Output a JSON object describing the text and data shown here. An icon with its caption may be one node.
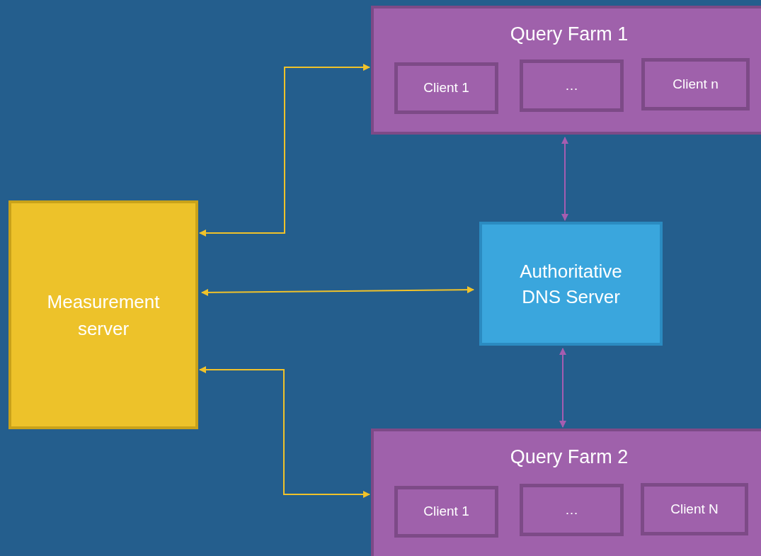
{
  "diagram": {
    "nodes": [
      {
        "text": [
          "Measurement server"
        ]
      },
      {
        "text": [
          "Query Farm 1"
        ]
      },
      {
        "text": [
          "Client 1"
        ],
        "in": 1
      },
      {
        "text": [
          "…"
        ],
        "in": 1
      },
      {
        "text": [
          "Client n"
        ],
        "in": 1
      },
      {
        "text": [
          "Authoritative DNS Server"
        ]
      },
      {
        "text": [
          "Query Farm 2"
        ]
      },
      {
        "text": [
          "Client 1"
        ],
        "in": 6
      },
      {
        "text": [
          "…"
        ],
        "in": 6
      },
      {
        "text": [
          "Client N"
        ],
        "in": 6
      }
    ],
    "edges": [
      {
        "from": 0,
        "to": 1,
        "arrow": "both"
      },
      {
        "from": 0,
        "to": 5,
        "arrow": "both"
      },
      {
        "from": 0,
        "to": 6,
        "arrow": "both"
      },
      {
        "from": 1,
        "to": 5,
        "arrow": "both",
        "color": "#a55db0"
      },
      {
        "from": 5,
        "to": 6,
        "arrow": "both",
        "color": "#a55db0"
      }
    ]
  }
}
